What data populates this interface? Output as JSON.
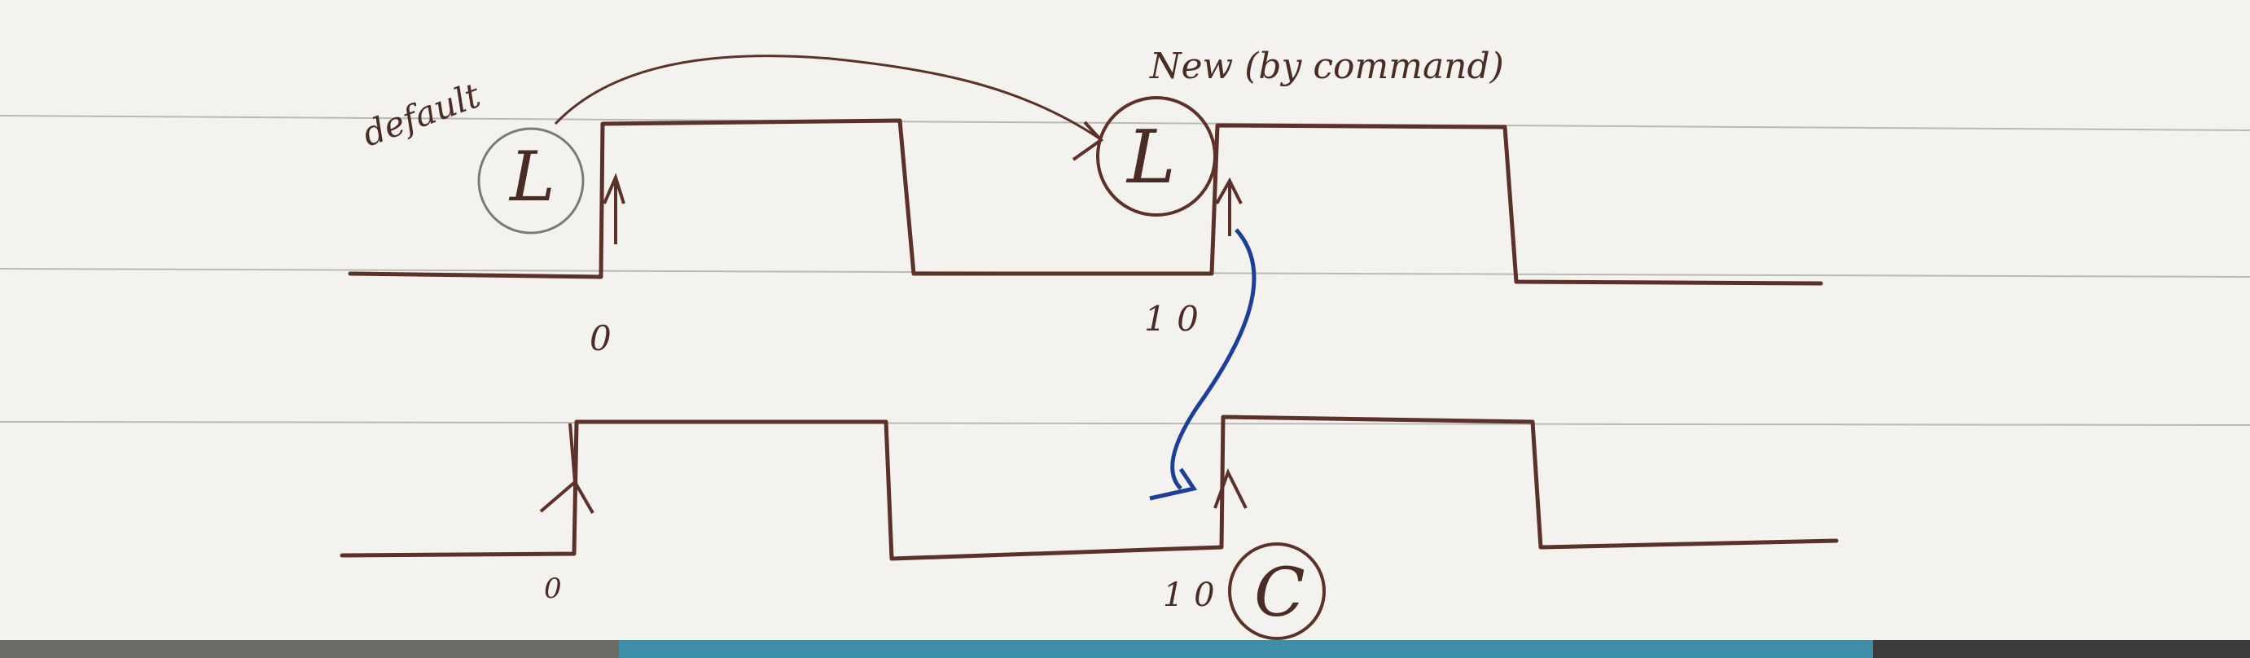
{
  "annotations": {
    "default_label": "default",
    "new_label": "New (by command)",
    "circled_L_top_left": "L",
    "circled_L_top_right": "L",
    "circled_C_bottom": "C",
    "top_edge_label_left": "0",
    "top_edge_label_right": "1 0",
    "bottom_edge_label_left": "0",
    "bottom_edge_label_right": "1 0"
  },
  "colors": {
    "paper": "#f3f2ee",
    "ruled_line": "#b9b9b6",
    "pen_brown": "#5b3129",
    "pen_blue": "#1d3f97",
    "pencil_gray": "#7a7a78",
    "bottom_strip_left": "#6c6b68",
    "bottom_strip_mid": "#3f8ea7",
    "bottom_strip_right": "#3d3a3a"
  }
}
